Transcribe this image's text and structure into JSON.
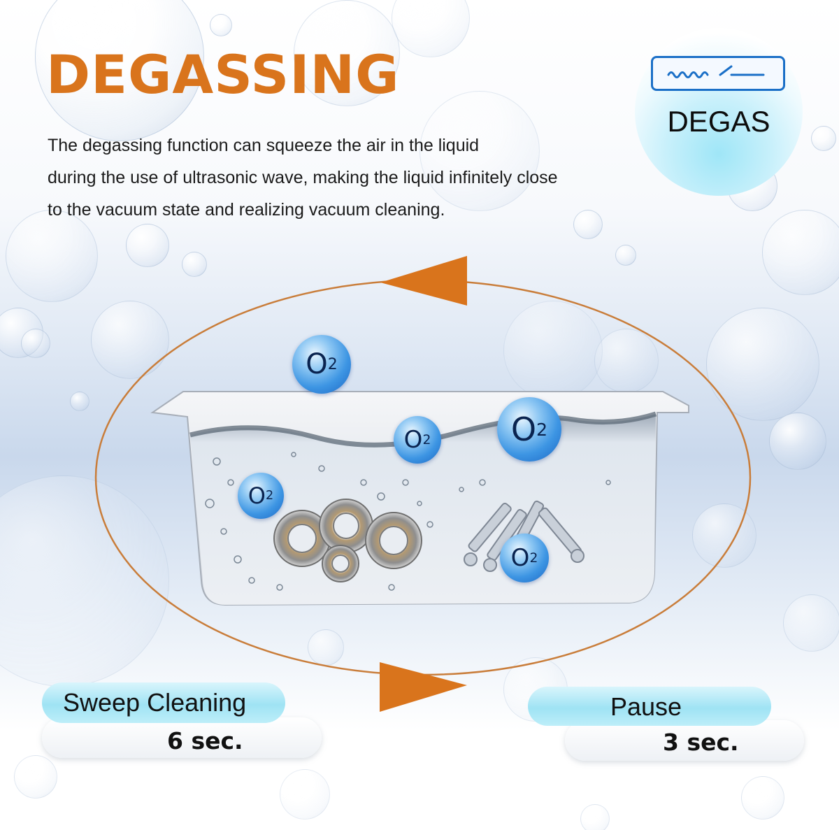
{
  "header": {
    "title": "DEGASSING",
    "description_lines": [
      "The degassing function can squeeze the air in the liquid",
      "during the use of ultrasonic wave, making the liquid infinitely close",
      "to the vacuum state and realizing vacuum cleaning."
    ]
  },
  "badge": {
    "label": "DEGAS",
    "icon": "wave-switch-icon"
  },
  "molecules": {
    "label": "O",
    "subscript": "2"
  },
  "cycle": {
    "sweep": {
      "label": "Sweep Cleaning",
      "duration": "6 sec."
    },
    "pause": {
      "label": "Pause",
      "duration": "3 sec."
    }
  },
  "colors": {
    "accent_orange": "#d9741c",
    "badge_blue": "#1a6fc7",
    "molecule_blue": "#3d95e3",
    "pill_cyan": "#9fe3f4"
  }
}
